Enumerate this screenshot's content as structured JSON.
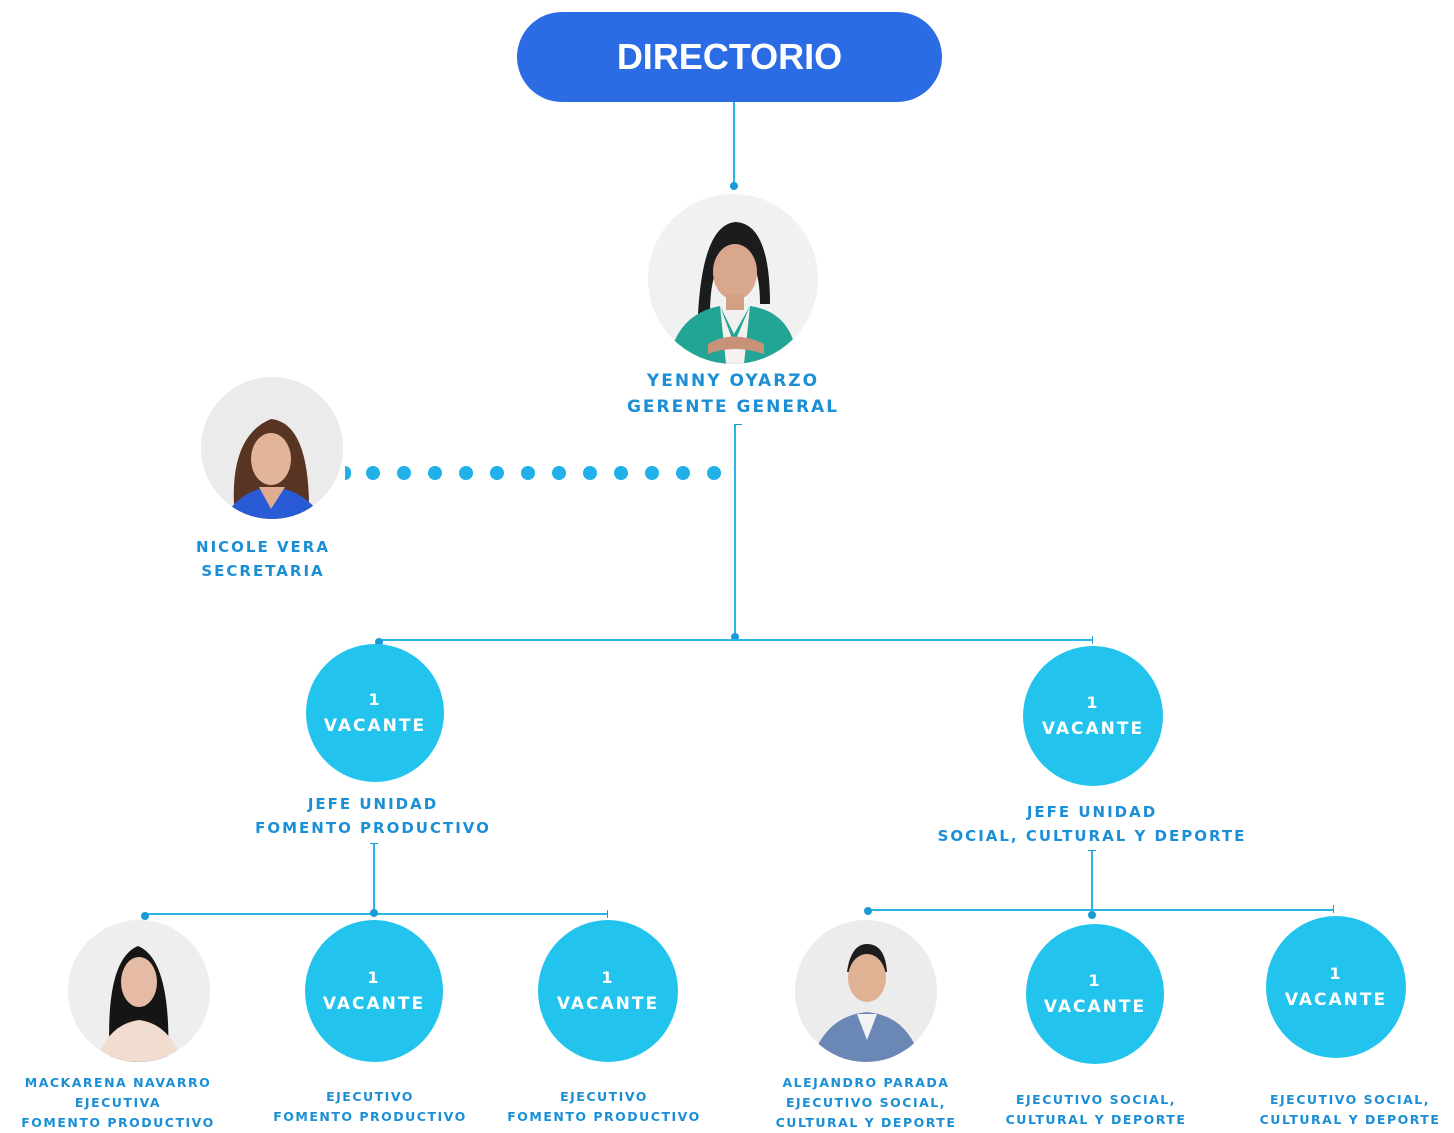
{
  "board": {
    "label": "DIRECTORIO"
  },
  "gerente": {
    "name": "YENNY OYARZO",
    "role": "GERENTE GENERAL"
  },
  "secretaria": {
    "name": "NICOLE VERA",
    "role": "SECRETARIA"
  },
  "vacancy": {
    "count": "1",
    "word": "VACANTE"
  },
  "jefe_fomento": {
    "line1": "JEFE UNIDAD",
    "line2": "FOMENTO PRODUCTIVO"
  },
  "jefe_social": {
    "line1": "JEFE UNIDAD",
    "line2": "SOCIAL, CULTURAL Y DEPORTE"
  },
  "mackarena": {
    "name": "MACKARENA NAVARRO",
    "role1": "EJECUTIVA",
    "role2": "FOMENTO PRODUCTIVO"
  },
  "ejecutivo_fp_1": {
    "role1": "EJECUTIVO",
    "role2": "FOMENTO PRODUCTIVO"
  },
  "ejecutivo_fp_2": {
    "role1": "EJECUTIVO",
    "role2": "FOMENTO PRODUCTIVO"
  },
  "alejandro": {
    "name": "ALEJANDRO PARADA",
    "role1": "EJECUTIVO SOCIAL,",
    "role2": "CULTURAL Y DEPORTE"
  },
  "ejecutivo_sc_1": {
    "role1": "EJECUTIVO SOCIAL,",
    "role2": "CULTURAL Y DEPORTE"
  },
  "ejecutivo_sc_2": {
    "role1": "EJECUTIVO SOCIAL,",
    "role2": "CULTURAL Y DEPORTE"
  },
  "colors": {
    "pill": "#2b6be3",
    "vacancy": "#22c4ee",
    "label": "#1b8fd6",
    "line": "#29b6e6"
  }
}
